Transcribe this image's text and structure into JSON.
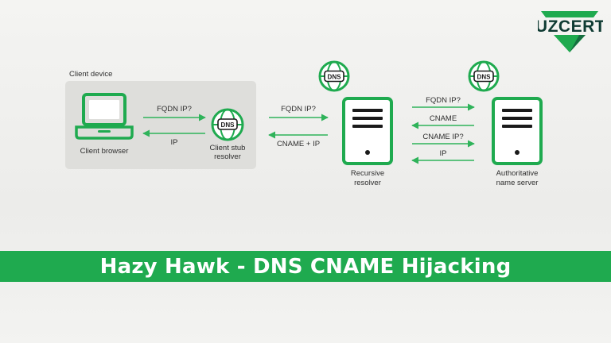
{
  "logo": {
    "text": "UZCERT"
  },
  "banner": {
    "title": "Hazy Hawk - DNS CNAME Hijacking"
  },
  "diagram": {
    "device_label": "Client device",
    "client_browser_label": "Client browser",
    "stub_resolver_label_1": "Client stub",
    "stub_resolver_label_2": "resolver",
    "recursive_label_1": "Recursive",
    "recursive_label_2": "resolver",
    "auth_label_1": "Authoritative",
    "auth_label_2": "name server",
    "dns_badge": "DNS",
    "msg_fqdn_ip_1": "FQDN IP?",
    "msg_ip_1": "IP",
    "msg_fqdn_ip_2": "FQDN IP?",
    "msg_cname_ip_1": "CNAME + IP",
    "msg_fqdn_ip_3": "FQDN IP?",
    "msg_cname": "CNAME",
    "msg_cname_ip_q": "CNAME IP?",
    "msg_ip_2": "IP"
  },
  "colors": {
    "accent_green": "#1faa4f",
    "logo_dark": "#0f3b33",
    "panel": "#dededb"
  }
}
